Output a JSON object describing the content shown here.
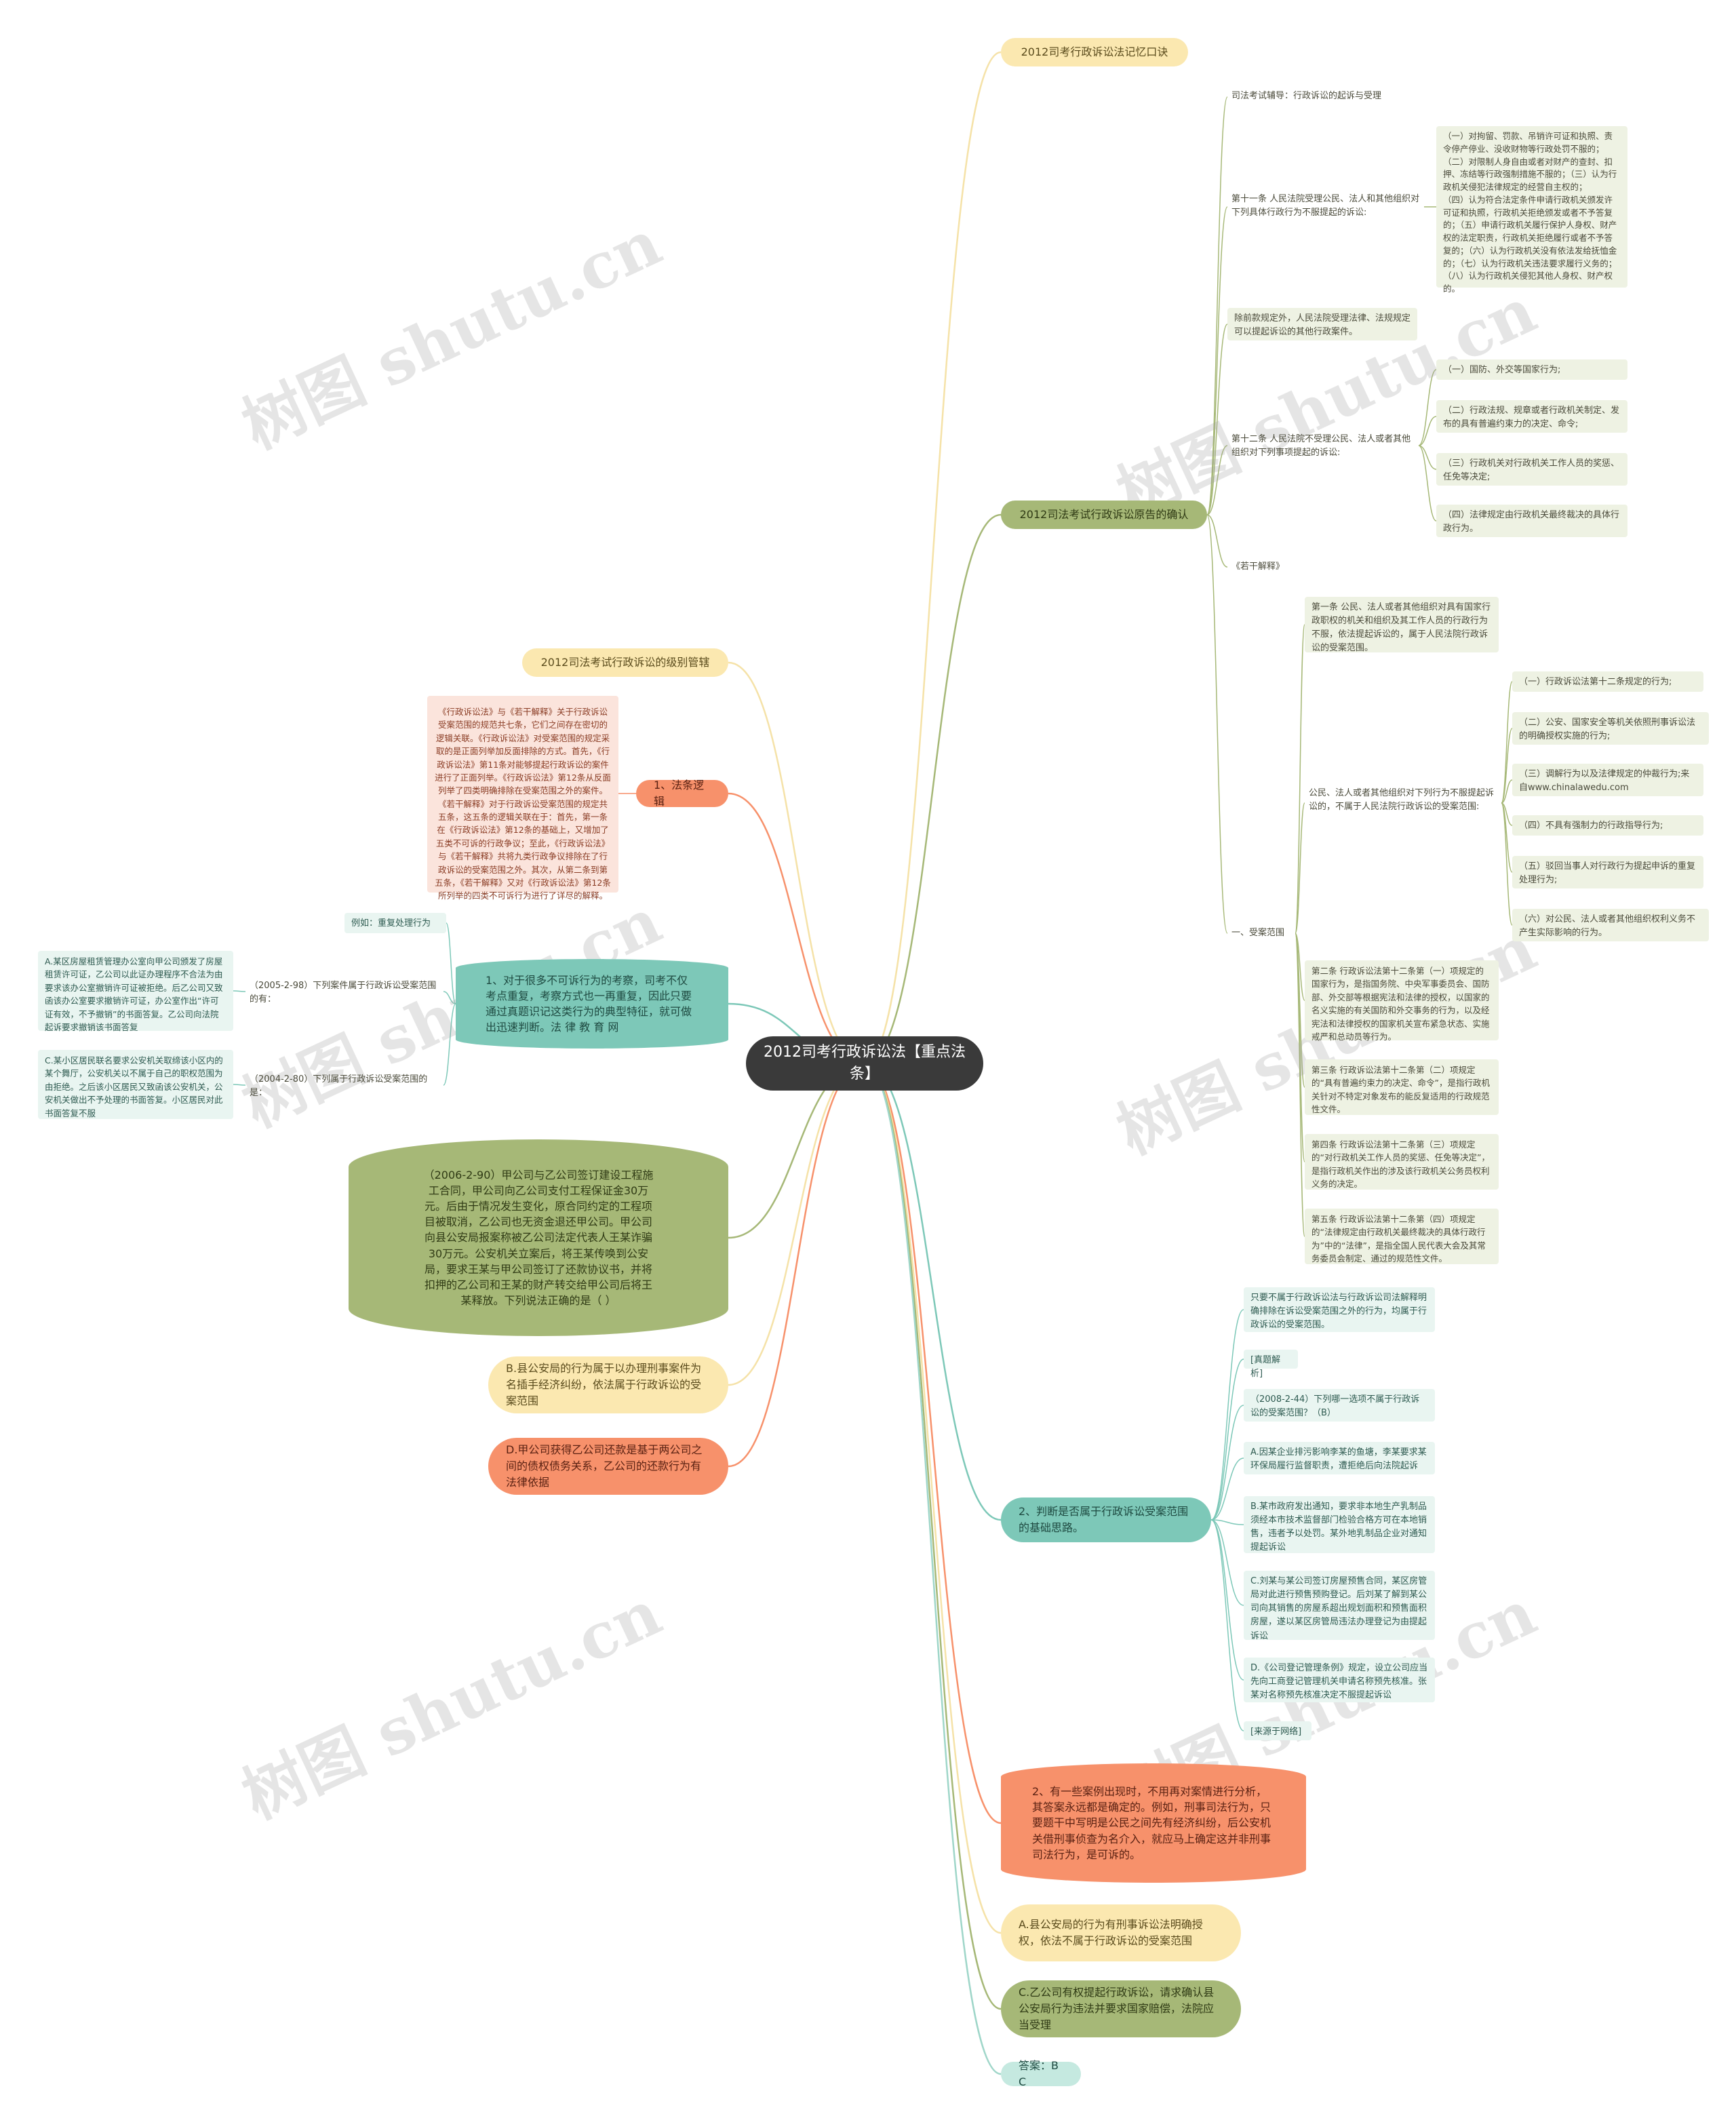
{
  "root": "2012司考行政诉讼法【重点法条】",
  "watermark": "树图 shutu.cn",
  "branches": {
    "mnemonic": "2012司考行政诉讼法记忆口诀",
    "plaintiff": "2012司法考试行政诉讼原告的确认",
    "level": "2012司法考试行政诉讼的级别管辖",
    "logic": "1、法条逻辑",
    "repeat": "1、对于很多不可诉行为的考察，司考不仅考点重复，考察方式也一再重复，因此只要通过真题识记这类行为的典型特征，就可做出迅速判断。法 律 教 育 网",
    "case": "（2006-2-90）甲公司与乙公司签订建设工程施工合同，甲公司向乙公司支付工程保证金30万元。后由于情况发生变化，原合同约定的工程项目被取消，乙公司也无资金退还甲公司。甲公司向县公安局报案称被乙公司法定代表人王某诈骗30万元。公安机关立案后，将王某传唤到公安局，要求王某与甲公司签订了还款协议书，并将扣押的乙公司和王某的财产转交给甲公司后将王某释放。下列说法正确的是（ ）",
    "optB": "B.县公安局的行为属于以办理刑事案件为名插手经济纠纷，依法属于行政诉讼的受案范围",
    "optD": "D.甲公司获得乙公司还款是基于两公司之间的债权债务关系，乙公司的还款行为有法律依据",
    "judge": "2、判断是否属于行政诉讼受案范围的基础思路。",
    "analyze": "2、有一些案例出现时，不用再对案情进行分析，其答案永远都是确定的。例如，刑事司法行为，只要题干中写明是公民之间先有经济纠纷，后公安机关借刑事侦查为名介入，就应马上确定这并非刑事司法行为，是可诉的。",
    "optA": "A.县公安局的行为有刑事诉讼法明确授权，依法不属于行政诉讼的受案范围",
    "optC": "C.乙公司有权提起行政诉讼，请求确认县公安局行为违法并要求国家赔偿，法院应当受理",
    "answer": "答案：BC"
  },
  "plaintiff": {
    "fudao": "司法考试辅导：行政诉讼的起诉与受理",
    "art11": "第十一条 人民法院受理公民、法人和其他组织对下列具体行政行为不服提起的诉讼:",
    "art11_items": "（一）对拘留、罚款、吊销许可证和执照、责令停产停业、没收财物等行政处罚不服的；\n（二）对限制人身自由或者对财产的查封、扣押、冻结等行政强制措施不服的；（三）认为行政机关侵犯法律规定的经营自主权的；\n（四）认为符合法定条件申请行政机关颁发许可证和执照，行政机关拒绝颁发或者不予答复的；（五）申请行政机关履行保护人身权、财产权的法定职责，行政机关拒绝履行或者不予答复的；（六）认为行政机关没有依法发给抚恤金的；（七）认为行政机关违法要求履行义务的；（八）认为行政机关侵犯其他人身权、财产权的。",
    "other": "除前款规定外，人民法院受理法律、法规规定可以提起诉讼的其他行政案件。",
    "art12": "第十二条 人民法院不受理公民、法人或者其他组织对下列事项提起的诉讼:",
    "art12_items": [
      "（一）国防、外交等国家行为;",
      "（二）行政法规、规章或者行政机关制定、发布的具有普遍约束力的决定、命令;",
      "（三）行政机关对行政机关工作人员的奖惩、任免等决定;",
      "（四）法律规定由行政机关最终裁决的具体行政行为。"
    ],
    "ruogan": "《若干解释》",
    "scope": "一、受案范围",
    "first": "第一条 公民、法人或者其他组织对具有国家行政职权的机关和组织及其工作人员的行政行为不服，依法提起诉讼的，属于人民法院行政诉讼的受案范围。",
    "notscope": "公民、法人或者其他组织对下列行为不服提起诉讼的，不属于人民法院行政诉讼的受案范围:",
    "notscope_items": [
      "（一）行政诉讼法第十二条规定的行为;",
      "（二）公安、国家安全等机关依照刑事诉讼法的明确授权实施的行为;",
      "（三）调解行为以及法律规定的仲裁行为;来自www.chinalawedu.com",
      "（四）不具有强制力的行政指导行为;",
      "（五）驳回当事人对行政行为提起申诉的重复处理行为;",
      "（六）对公民、法人或者其他组织权利义务不产生实际影响的行为。"
    ],
    "second": "第二条 行政诉讼法第十二条第（一）项规定的国家行为，是指国务院、中央军事委员会、国防部、外交部等根据宪法和法律的授权，以国家的名义实施的有关国防和外交事务的行为，以及经宪法和法律授权的国家机关宣布紧急状态、实施戒严和总动员等行为。",
    "third": "第三条 行政诉讼法第十二条第（二）项规定的“具有普遍约束力的决定、命令”，是指行政机关针对不特定对象发布的能反复适用的行政规范性文件。",
    "fourth": "第四条 行政诉讼法第十二条第（三）项规定的“对行政机关工作人员的奖惩、任免等决定”，是指行政机关作出的涉及该行政机关公务员权利义务的决定。",
    "fifth": "第五条 行政诉讼法第十二条第（四）项规定的“法律规定由行政机关最终裁决的具体行政行为”中的“法律”，是指全国人民代表大会及其常务委员会制定、通过的规范性文件。"
  },
  "logic_text": "《行政诉讼法》与《若干解释》关于行政诉讼受案范围的规范共七条，它们之间存在密切的逻辑关联。《行政诉讼法》对受案范围的规定采取的是正面列举加反面排除的方式。首先，《行政诉讼法》第11条对能够提起行政诉讼的案件进行了正面列举。《行政诉讼法》第12条从反面列举了四类明确排除在受案范围之外的案件。《若干解释》对于行政诉讼受案范围的规定共五条，这五条的逻辑关联在于：首先，第一条在《行政诉讼法》第12条的基础上，又增加了五类不可诉的行政争议；至此，《行政诉讼法》与《若干解释》共将九类行政争议排除在了行政诉讼的受案范围之外。其次，从第二条到第五条，《若干解释》又对《行政诉讼法》第12条所列举的四类不可诉行为进行了详尽的解释。",
  "repeat": {
    "example": "例如：重复处理行为",
    "q1": "（2005-2-98）下列案件属于行政诉讼受案范围的有：",
    "q1_ans": "A.某区房屋租赁管理办公室向甲公司颁发了房屋租赁许可证，乙公司以此证办理程序不合法为由要求该办公室撤销许可证被拒绝。后乙公司又致函该办公室要求撤销许可证，办公室作出“许可证有效，不予撤销”的书面答复。乙公司向法院起诉要求撤销该书面答复",
    "q2": "（2004-2-80）下列属于行政诉讼受案范围的是：",
    "q2_ans": "C.某小区居民联名要求公安机关取缔该小区内的某个舞厅，公安机关以不属于自己的职权范围为由拒绝。之后该小区居民又致函该公安机关，公安机关做出不予处理的书面答复。小区居民对此书面答复不服"
  },
  "judge": {
    "intro": "只要不属于行政诉讼法与行政诉讼司法解释明确排除在诉讼受案范围之外的行为，均属于行政诉讼的受案范围。",
    "zhenti": "[真题解析]",
    "q": "（2008-2-44）下列哪一选项不属于行政诉讼的受案范围？（B）",
    "a": "A.因某企业排污影响李某的鱼塘，李某要求某环保局履行监督职责，遭拒绝后向法院起诉",
    "b": "B.某市政府发出通知，要求非本地生产乳制品须经本市技术监督部门检验合格方可在本地销售，违者予以处罚。某外地乳制品企业对通知提起诉讼",
    "c": "C.刘某与某公司签订房屋预售合同，某区房管局对此进行预售预购登记。后刘某了解到某公司向其销售的房屋系超出规划面积和预售面积房屋，遂以某区房管局违法办理登记为由提起诉讼",
    "d": "D.《公司登记管理条例》规定，设立公司应当先向工商登记管理机关申请名称预先核准。张某对名称预先核准决定不服提起诉讼",
    "source": "[来源于网络]"
  }
}
